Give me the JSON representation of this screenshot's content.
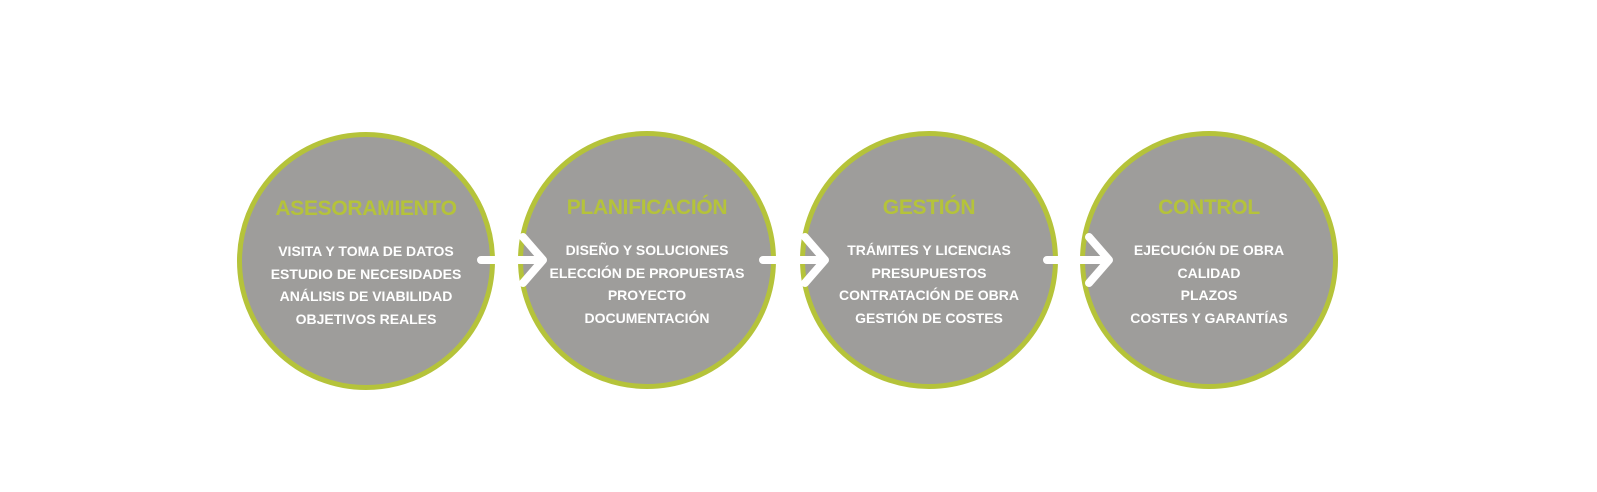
{
  "steps": [
    {
      "title": "ASESORAMIENTO",
      "items": [
        "VISITA Y TOMA DE DATOS",
        "ESTUDIO DE NECESIDADES",
        "ANÁLISIS DE VIABILIDAD",
        "OBJETIVOS REALES"
      ]
    },
    {
      "title": "PLANIFICACIÓN",
      "items": [
        "DISEÑO Y SOLUCIONES",
        "ELECCIÓN DE PROPUESTAS",
        "PROYECTO",
        "DOCUMENTACIÓN"
      ]
    },
    {
      "title": "GESTIÓN",
      "items": [
        "TRÁMITES Y LICENCIAS",
        "PRESUPUESTOS",
        "CONTRATACIÓN DE OBRA",
        "GESTIÓN DE COSTES"
      ]
    },
    {
      "title": "CONTROL",
      "items": [
        "EJECUCIÓN DE OBRA",
        "CALIDAD",
        "PLAZOS",
        "COSTES Y GARANTÍAS"
      ]
    }
  ],
  "colors": {
    "circle_fill": "#9e9d9b",
    "accent": "#b5c33a",
    "item_text": "#ffffff",
    "arrow": "#ffffff"
  },
  "icons": {
    "connector": "arrow-right-icon"
  }
}
